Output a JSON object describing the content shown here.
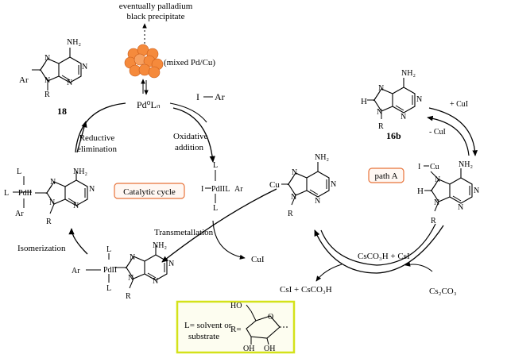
{
  "top_note": {
    "line1": "eventually palladium",
    "line2": "black precipitate"
  },
  "cluster_label": "(mixed Pd/Cu)",
  "pd0": "Pd⁰Lₙ",
  "aryl_iodide": {
    "I": "I",
    "Ar": "Ar"
  },
  "oxidative_addition": {
    "line1": "Oxidative",
    "line2": "addition"
  },
  "reductive_elimination": {
    "line1": "Reductive",
    "line2": "elimination"
  },
  "catalytic_cycle_label": "Catalytic cycle",
  "isomerization": "Isomerization",
  "transmetallation": "Transmetallation",
  "cui_out": "CuI",
  "path_a": "path A",
  "plus_cui": "+ CuI",
  "minus_cui": "- CuI",
  "compound_18": "18",
  "compound_16b": "16b",
  "reagents_top": "CsCO₃H + CsI",
  "byproducts": "CsI + CsCO₃H",
  "cs2co3": "Cs₂CO₃",
  "ligand_box": {
    "line1": "L= solvent or",
    "line2": "substrate",
    "r_eq": "R="
  },
  "atoms": {
    "N": "N",
    "NH2": "NH₂",
    "R": "R",
    "H": "H",
    "Ar": "Ar",
    "L": "L",
    "I": "I",
    "Cu": "Cu",
    "HO": "HO",
    "OH": "OH",
    "O": "O",
    "PdII": "PdII",
    "PdIIL": "PdIIL"
  },
  "colors": {
    "cycle_box": "#e8733a",
    "cycle_box_fill": "#fff7f2",
    "ligand_box": "#d4e21a",
    "cluster": "#f58a3c"
  }
}
